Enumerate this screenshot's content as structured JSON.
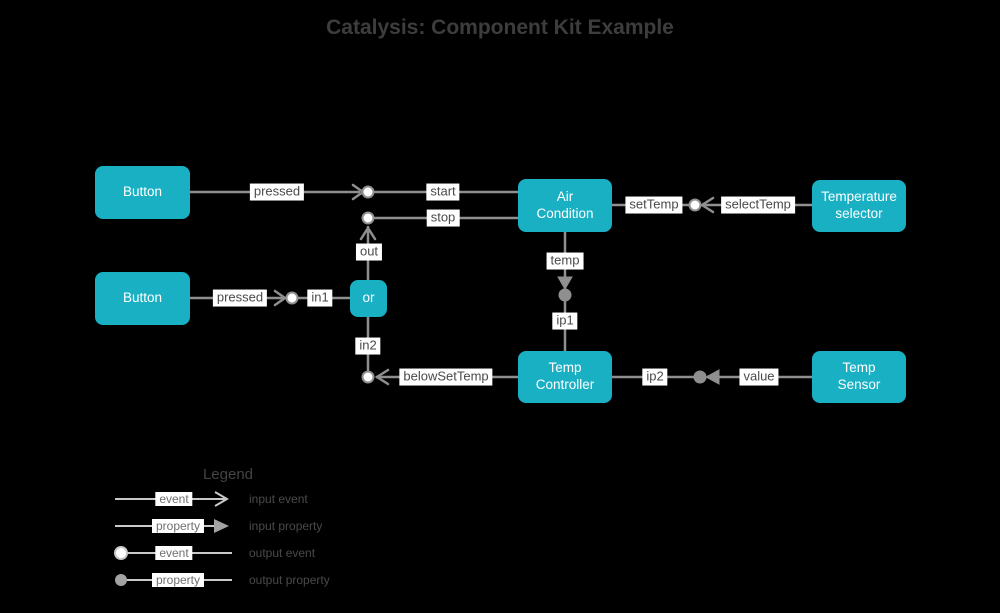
{
  "title": "Catalysis: Component Kit Example",
  "colors": {
    "background": "#000000",
    "node_fill": "#19b0c4",
    "node_text": "#ffffff",
    "line": "#8f8f8f",
    "label_bg": "#ffffff",
    "label_text": "#4a4a4a",
    "title_text": "#3d3d3d",
    "legend_border": "#19b0c4",
    "legend_bg": "#ffffff",
    "legend_line": "#c9c9c9",
    "legend_marker": "#a3a3a3",
    "legend_label_text": "#707070",
    "legend_meaning_text": "#4a4a4a"
  },
  "nodes": [
    {
      "id": "button-top",
      "label": "Button"
    },
    {
      "id": "button-bottom",
      "label": "Button"
    },
    {
      "id": "or-gate",
      "label": "or"
    },
    {
      "id": "air-condition",
      "label": "Air\nCondition"
    },
    {
      "id": "temperature-selector",
      "label": "Temperature\nselector"
    },
    {
      "id": "temp-controller",
      "label": "Temp\nController"
    },
    {
      "id": "temp-sensor",
      "label": "Temp\nSensor"
    }
  ],
  "edge_labels": [
    {
      "id": "pressed-top",
      "text": "pressed"
    },
    {
      "id": "start",
      "text": "start"
    },
    {
      "id": "stop",
      "text": "stop"
    },
    {
      "id": "out",
      "text": "out"
    },
    {
      "id": "pressed-bottom",
      "text": "pressed"
    },
    {
      "id": "in1",
      "text": "in1"
    },
    {
      "id": "in2",
      "text": "in2"
    },
    {
      "id": "belowSetTemp",
      "text": "belowSetTemp"
    },
    {
      "id": "setTemp",
      "text": "setTemp"
    },
    {
      "id": "selectTemp",
      "text": "selectTemp"
    },
    {
      "id": "temp",
      "text": "temp"
    },
    {
      "id": "ip1",
      "text": "ip1"
    },
    {
      "id": "ip2",
      "text": "ip2"
    },
    {
      "id": "value",
      "text": "value"
    }
  ],
  "legend": {
    "title": "Legend",
    "rows": [
      {
        "symbol": "open-arrow",
        "label": "event",
        "meaning": "input event"
      },
      {
        "symbol": "filled-arrow",
        "label": "property",
        "meaning": "input property"
      },
      {
        "symbol": "open-circle",
        "label": "event",
        "meaning": "output event"
      },
      {
        "symbol": "filled-circle",
        "label": "property",
        "meaning": "output property"
      }
    ]
  }
}
